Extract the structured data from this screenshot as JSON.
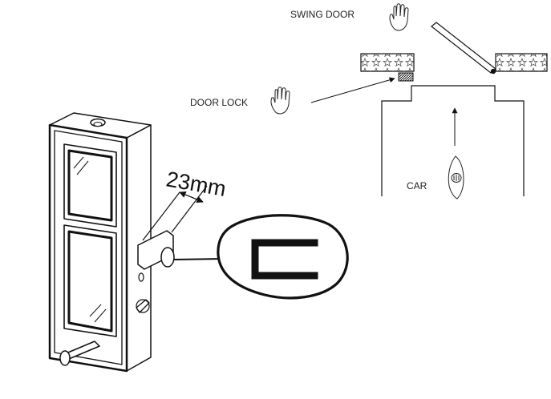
{
  "labels": {
    "swing_door": "SWING DOOR",
    "door_lock": "DOOR LOCK",
    "car": "CAR",
    "bolt_length": "23mm"
  },
  "icons": {
    "swing_door": "hand-icon",
    "door_lock": "hand-icon",
    "car": "car-topview-icon"
  },
  "colors": {
    "line": "#111111",
    "paper": "#ffffff"
  }
}
